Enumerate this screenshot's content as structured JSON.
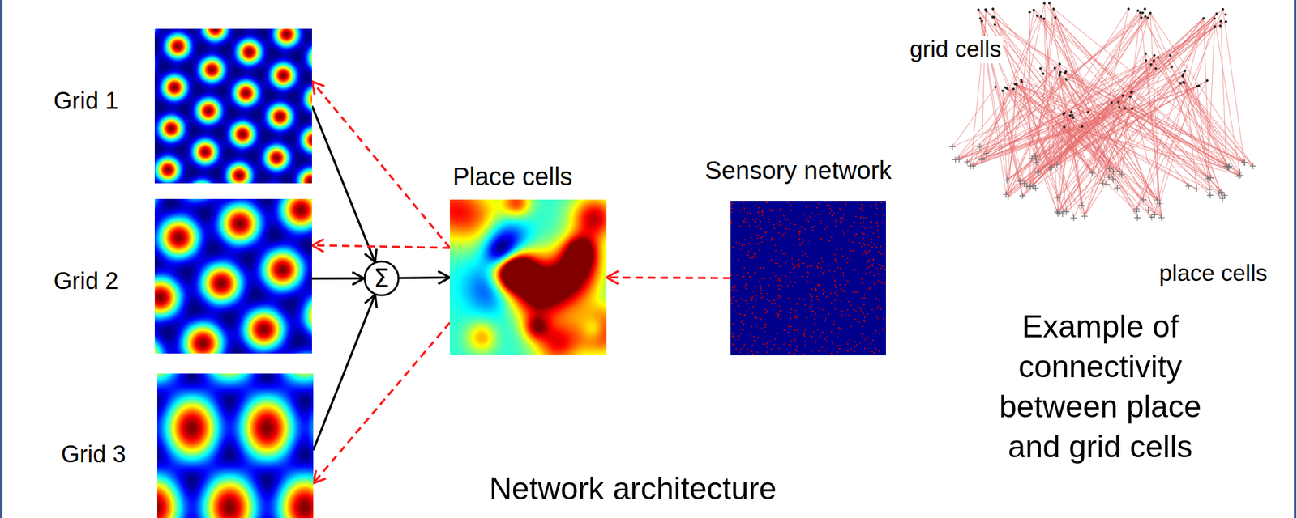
{
  "diagram": {
    "nodes": [
      {
        "text": [
          "Grid 1"
        ]
      },
      {
        "text": [
          "Grid 2"
        ]
      },
      {
        "text": [
          "Grid 3"
        ]
      },
      {
        "text": [
          "Σ"
        ]
      },
      {
        "text": [
          "Place cells"
        ]
      },
      {
        "text": [
          "Sensory network"
        ]
      }
    ],
    "edges": [
      {
        "from": 0,
        "to": 3,
        "arrow": "to"
      },
      {
        "from": 1,
        "to": 3,
        "arrow": "to"
      },
      {
        "from": 2,
        "to": 3,
        "arrow": "to"
      },
      {
        "from": 3,
        "to": 4,
        "arrow": "to"
      },
      {
        "from": 4,
        "to": 0,
        "arrow": "to"
      },
      {
        "from": 4,
        "to": 1,
        "arrow": "to"
      },
      {
        "from": 4,
        "to": 2,
        "arrow": "to"
      },
      {
        "from": 5,
        "to": 4,
        "arrow": "to"
      }
    ],
    "labels": [
      "grid cells",
      "place cells",
      "Example of connectivity between place and grid cells",
      "Network architecture"
    ]
  }
}
